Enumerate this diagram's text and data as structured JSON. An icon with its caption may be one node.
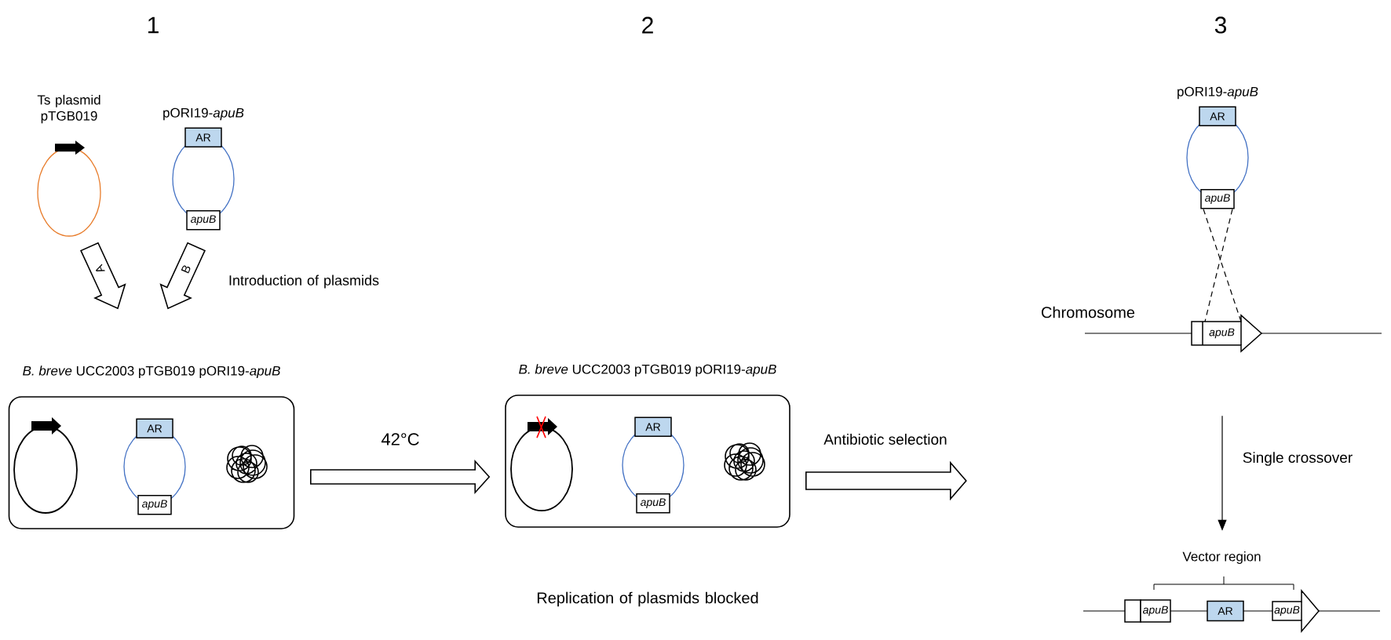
{
  "diagram": {
    "nodes": [
      {
        "text": [
          "Ts plasmid pTGB019"
        ]
      },
      {
        "text": [
          "pORI19-*apuB*",
          "AR",
          "apuB"
        ]
      },
      {
        "text": [
          "*B. breve* UCC2003 pTGB019 pORI19-*apuB*"
        ]
      },
      {
        "text": [],
        "shape": "circle",
        "in": 2
      },
      {
        "text": [
          "AR",
          "apuB"
        ],
        "in": 2
      },
      {
        "text": [],
        "shape": "picture",
        "in": 2
      },
      {
        "text": [
          "*B. breve* UCC2003 pTGB019 pORI19-*apuB*"
        ]
      },
      {
        "text": [],
        "shape": "circle",
        "in": 6
      },
      {
        "text": [
          "AR",
          "apuB"
        ],
        "in": 6
      },
      {
        "text": [],
        "shape": "picture",
        "in": 6
      },
      {
        "text": [
          "pORI19-*apuB*",
          "AR",
          "apuB"
        ]
      },
      {
        "text": [
          "apuB"
        ]
      },
      {
        "text": [
          "Vector region",
          "apuB",
          "AR",
          "apuB"
        ]
      }
    ],
    "edges": [
      {
        "from": 0,
        "to": 2,
        "arrow": "to",
        "label": "A"
      },
      {
        "from": 1,
        "to": 2,
        "arrow": "to",
        "label": "B"
      },
      {
        "from": 2,
        "to": 6,
        "arrow": "to",
        "label": "42°C"
      },
      {
        "from": 6,
        "to": null,
        "arrow": "to",
        "label": "Antibiotic selection"
      },
      {
        "from": 10,
        "to": 11,
        "arrow": "none",
        "style": "dashed"
      },
      {
        "from": 10,
        "to": 11,
        "arrow": "none",
        "style": "dashed"
      },
      {
        "from": 11,
        "to": 12,
        "arrow": "to",
        "label": "Single crossover"
      }
    ],
    "labels": [
      "1",
      "2",
      "3",
      "Introduction of plasmids",
      "Chromosome",
      "Replication of plasmids blocked"
    ]
  }
}
